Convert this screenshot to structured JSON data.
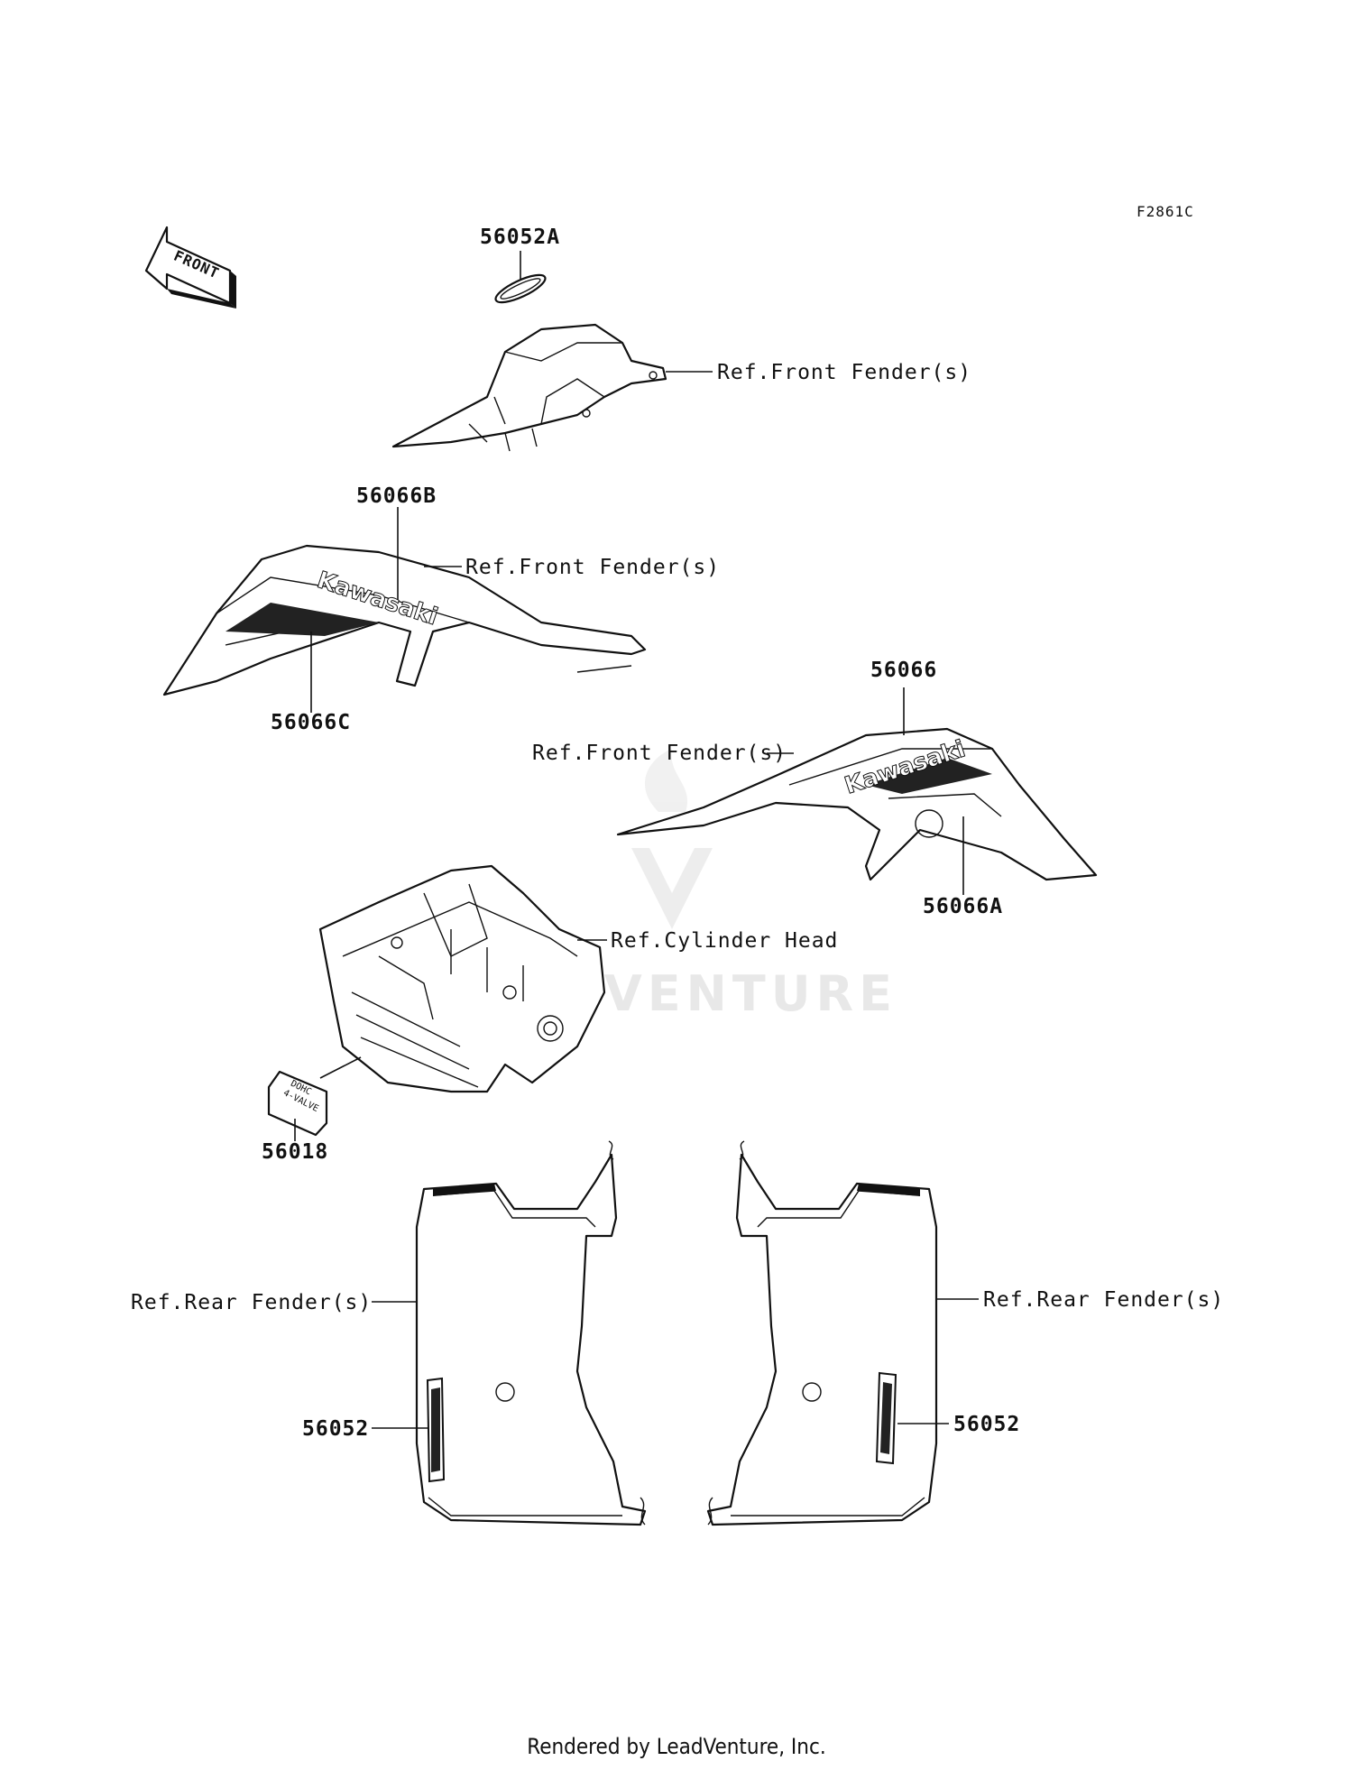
{
  "figure_code": "F2861C",
  "front_arrow_label": "FRONT",
  "callouts": {
    "p56052A": "56052A",
    "ref_front_fender_1": "Ref.Front Fender(s)",
    "p56066B": "56066B",
    "ref_front_fender_2": "Ref.Front Fender(s)",
    "p56066C": "56066C",
    "p56066": "56066",
    "ref_front_fender_3": "Ref.Front Fender(s)",
    "p56066A": "56066A",
    "ref_cylinder_head": "Ref.Cylinder Head",
    "p56018": "56018",
    "ref_rear_fender_left": "Ref.Rear Fender(s)",
    "ref_rear_fender_right": "Ref.Rear Fender(s)",
    "p56052_left": "56052",
    "p56052_right": "56052"
  },
  "decal_text": {
    "brand": "Kawasaki",
    "engine_line1": "DOHC",
    "engine_line2": "4-VALVE"
  },
  "watermark": "VENTURE",
  "footer": "Rendered by LeadVenture, Inc."
}
